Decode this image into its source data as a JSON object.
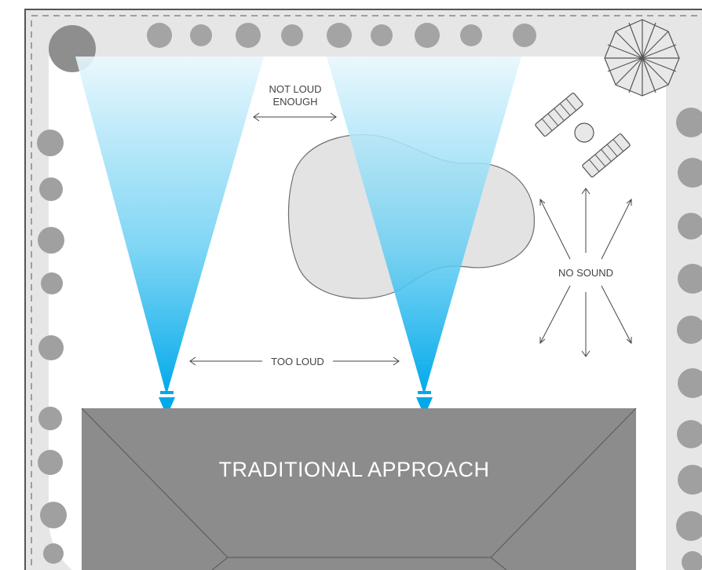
{
  "diagram": {
    "title": "TRADITIONAL APPROACH",
    "labels": {
      "not_loud_line1": "NOT LOUD",
      "not_loud_line2": "ENOUGH",
      "too_loud": "TOO LOUD",
      "no_sound": "NO SOUND"
    },
    "colors": {
      "lawn": "#ffffff",
      "border": "#e6e6e6",
      "tree": "#9a9a9a",
      "house": "#8c8c8c",
      "pool": "#e3e3e3",
      "beam_top": "#e8f7fd",
      "beam_bottom": "#00a9ea",
      "text": "#444444"
    }
  }
}
